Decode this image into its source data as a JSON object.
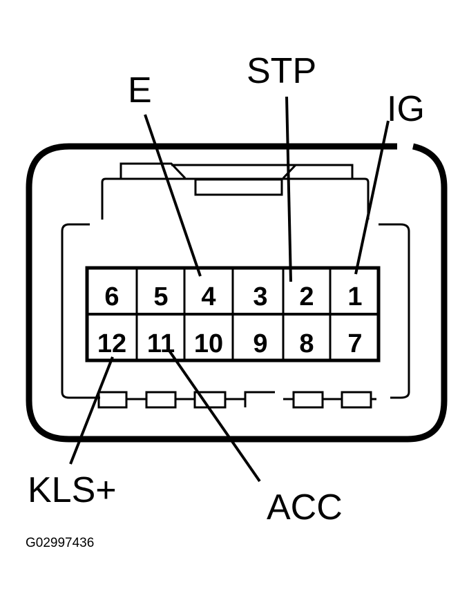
{
  "diagram": {
    "type": "connector-pinout",
    "figure_code": "G02997436",
    "colors": {
      "line": "#000000",
      "background": "#ffffff"
    },
    "pins": {
      "top_row": [
        "6",
        "5",
        "4",
        "3",
        "2",
        "1"
      ],
      "bottom_row": [
        "12",
        "11",
        "10",
        "9",
        "8",
        "7"
      ]
    },
    "callouts": [
      {
        "label": "E",
        "pin": "4"
      },
      {
        "label": "STP",
        "pin": "2"
      },
      {
        "label": "IG",
        "pin": "1"
      },
      {
        "label": "KLS+",
        "pin": "12"
      },
      {
        "label": "ACC",
        "pin": "11"
      }
    ]
  }
}
